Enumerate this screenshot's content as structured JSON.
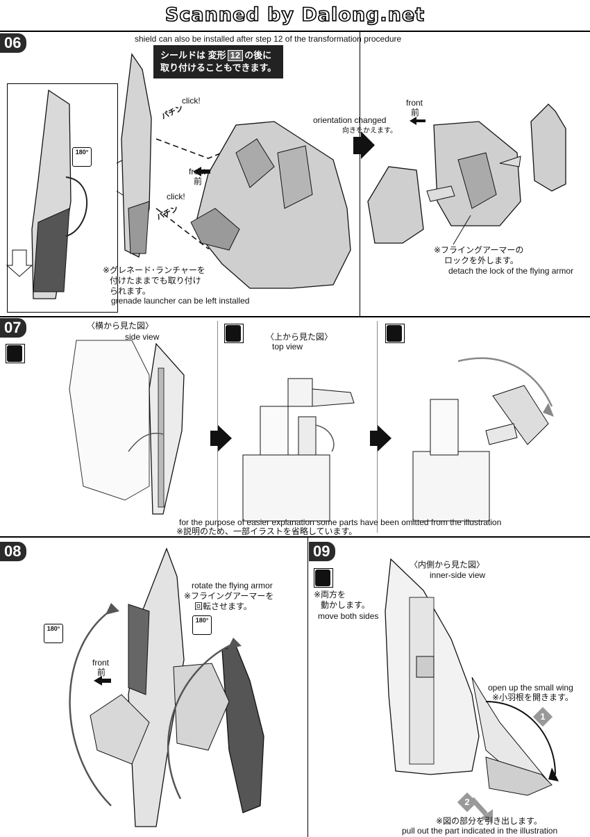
{
  "header": {
    "scan_credit": "Scanned by Dalong.net"
  },
  "step06": {
    "number": "06",
    "note_en": "shield can also be installed after step 12 of the transformation procedure",
    "note_jp_part1": "シールドは 変形",
    "note_jp_step": "12",
    "note_jp_part2": "の後に",
    "note_jp_line2": "取り付けることもできます。",
    "rotate_badge": "180°",
    "click_label_1": "click!",
    "click_label_2": "click!",
    "sfx_1": "パチン",
    "sfx_2": "パチン",
    "front_en": "front",
    "front_jp": "前",
    "launcher_jp_1": "※グレネード･ランチャーを",
    "launcher_jp_2": "付けたままでも取り付け",
    "launcher_jp_3": "られます。",
    "launcher_en": "grenade launcher can be left installed",
    "orientation_en": "orientation changed",
    "orientation_jp": "向きをかえます。",
    "front2_en": "front",
    "front2_jp": "前",
    "lock_jp_1": "※フライングアーマーの",
    "lock_jp_2": "ロックを外します。",
    "lock_en": "detach the lock of the flying armor"
  },
  "step07": {
    "number": "07",
    "side_view_jp": "〈横から見た図〉",
    "side_view_en": "side view",
    "top_view_jp": "〈上から見た図〉",
    "top_view_en": "top view",
    "omitted_en": "for the purpose of easier explanation some parts have been omitted from the illustration",
    "omitted_jp": "※説明のため、一部イラストを省略しています。"
  },
  "step08": {
    "number": "08",
    "rotate_en": "rotate the flying armor",
    "rotate_jp_1": "※フライングアーマーを",
    "rotate_jp_2": "回転させます。",
    "rotate_badge_1": "180°",
    "rotate_badge_2": "180°",
    "front_en": "front",
    "front_jp": "前"
  },
  "step09": {
    "number": "09",
    "inner_view_jp": "〈内側から見た図〉",
    "inner_view_en": "inner-side view",
    "both_jp_1": "※両方を",
    "both_jp_2": "動かします。",
    "both_en": "move both sides",
    "wing_en": "open up the small wing",
    "wing_jp": "※小羽根を開きます。",
    "marker_1": "1",
    "marker_2": "2",
    "pull_jp": "※図の部分を引き出します。",
    "pull_en": "pull out the part indicated in the illustration"
  },
  "colors": {
    "ink": "#111111",
    "badge": "#2b2b2b",
    "part_fill": "#cfcfcf",
    "part_dark": "#555555"
  }
}
